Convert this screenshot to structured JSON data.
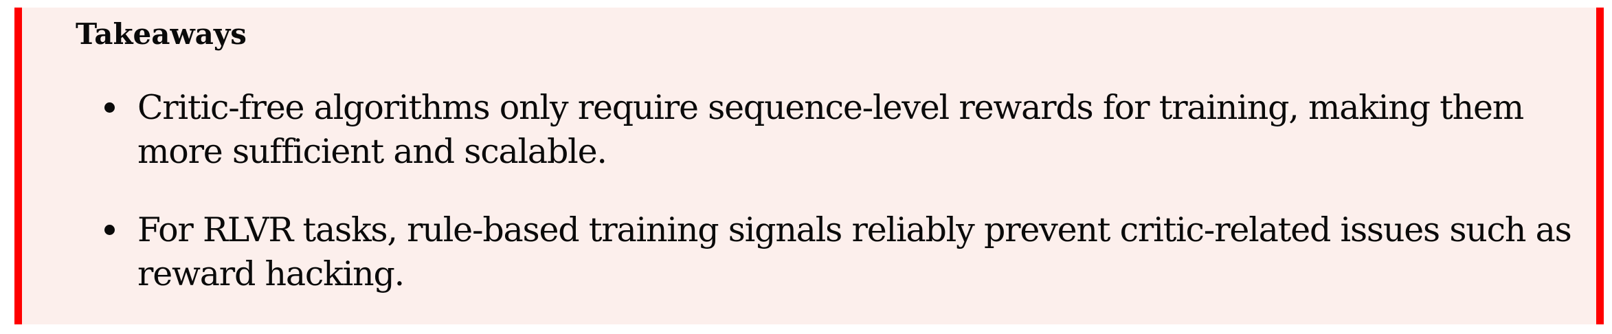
{
  "callout": {
    "title": "Takeaways",
    "accent_color": "#ff0000",
    "background_color": "#fcefec",
    "bullets": [
      {
        "text": "Critic-free algorithms only require sequence-level rewards for training, making them more sufficient and scalable."
      },
      {
        "text": "For RLVR tasks, rule-based training signals reliably prevent critic-related issues such as reward hacking."
      }
    ]
  }
}
